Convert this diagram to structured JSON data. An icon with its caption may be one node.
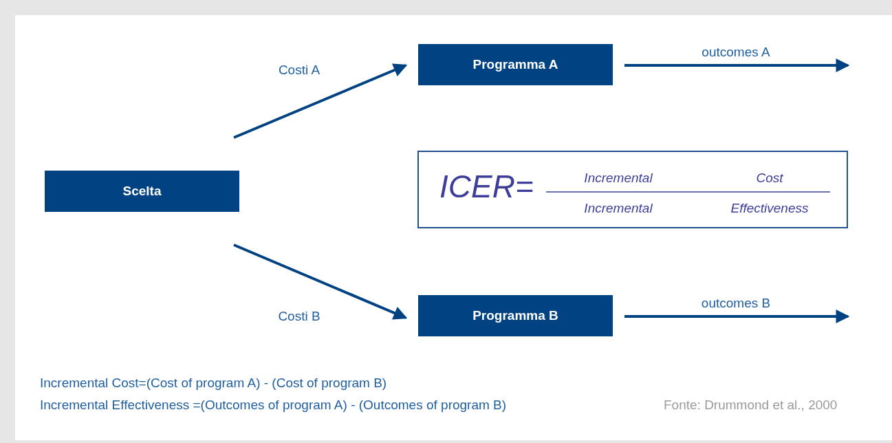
{
  "diagram": {
    "nodes": [
      {
        "text": [
          "Scelta"
        ]
      },
      {
        "text": [
          "Programma A"
        ]
      },
      {
        "text": [
          "Programma B"
        ]
      },
      {
        "text": [
          "ICER=",
          "Incremental",
          "Cost",
          "Incremental",
          "Effectiveness"
        ]
      }
    ],
    "edges": [
      {
        "from": 0,
        "to": 1,
        "arrow": "to",
        "label": "Costi A"
      },
      {
        "from": 0,
        "to": 2,
        "arrow": "to",
        "label": "Costi B"
      },
      {
        "from": 1,
        "to": null,
        "arrow": "to",
        "label": "outcomes A"
      },
      {
        "from": 2,
        "to": null,
        "arrow": "to",
        "label": "outcomes B"
      }
    ],
    "labels": [
      "Incremental Cost=(Cost of program A) - (Cost of program B)",
      "Incremental Effectiveness =(Outcomes of program A) - (Outcomes of program B)",
      "Fonte: Drummond et al., 2000"
    ]
  }
}
